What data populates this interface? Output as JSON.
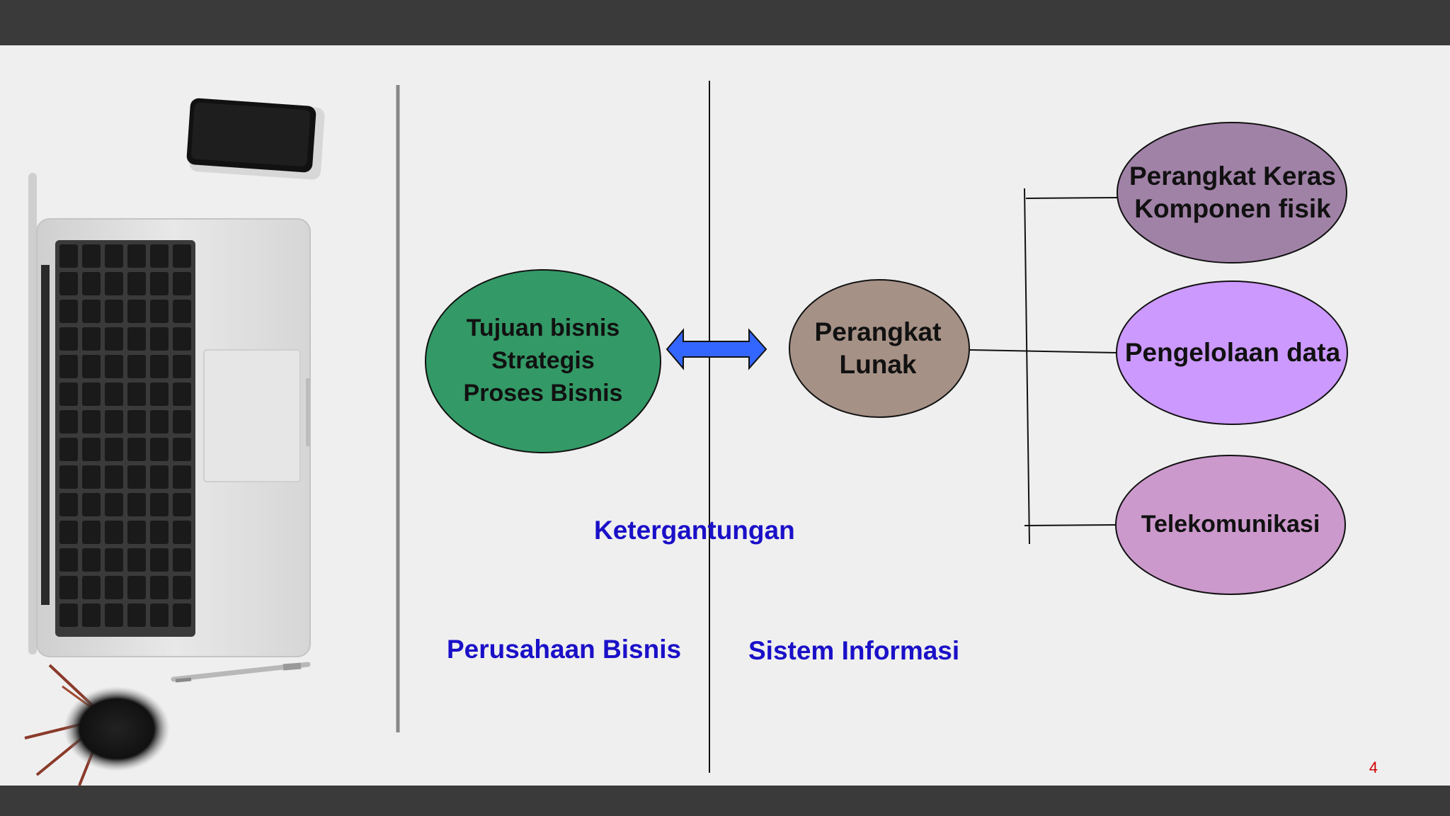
{
  "slide": {
    "page_number": "4",
    "colors": {
      "background": "#efefef",
      "frame_bar": "#3a3a3a",
      "caption_text": "#1a10c8",
      "page_number": "#d00000",
      "business_goal_ellipse": "#339966",
      "software_ellipse": "#a69186",
      "hardware_ellipse": "#a182a7",
      "data_management_ellipse": "#cc99ff",
      "telecom_ellipse": "#cc99cc",
      "arrow": "#3366ff"
    },
    "decorations": [
      "laptop-image",
      "smartphone-image",
      "pen-image",
      "pencil-cup-image"
    ],
    "business_ellipse": {
      "line1": "Tujuan bisnis",
      "line2": "Strategis",
      "line3": "Proses Bisnis"
    },
    "software_ellipse": {
      "line1": "Perangkat",
      "line2": "Lunak"
    },
    "components": {
      "hardware": {
        "line1": "Perangkat Keras",
        "line2": "Komponen fisik"
      },
      "data_management": "Pengelolaan data",
      "telecom": "Telekomunikasi"
    },
    "captions": {
      "dependency": "Ketergantungan",
      "business": "Perusahaan Bisnis",
      "information_system": "Sistem Informasi"
    }
  }
}
